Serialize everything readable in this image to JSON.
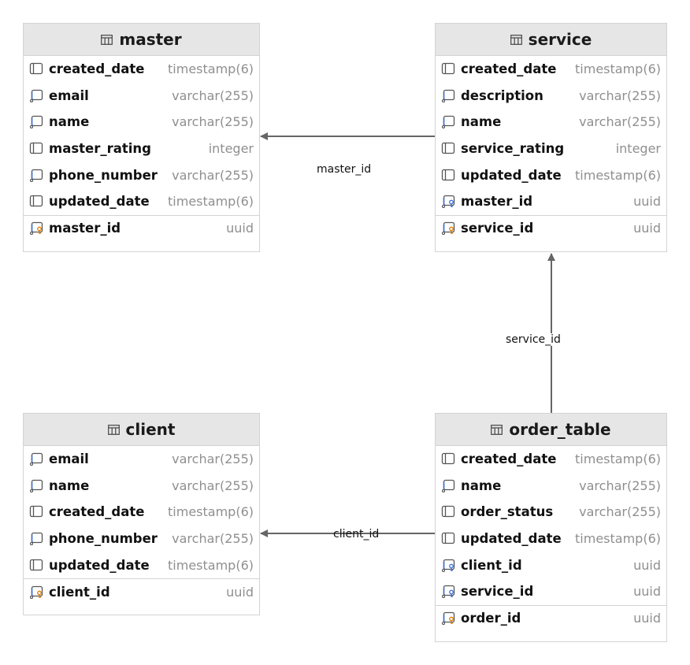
{
  "colors": {
    "header_bg": "#e6e6e6",
    "border": "#d3d3d3",
    "edge": "#666666",
    "type_text": "#8f8f8f",
    "fk_key": "#e07b00",
    "fk_bar": "#3d6fd6"
  },
  "tables": {
    "master": {
      "name": "master",
      "columns": [
        {
          "name": "created_date",
          "type": "timestamp(6)",
          "icon": "column-icon"
        },
        {
          "name": "email",
          "type": "varchar(255)",
          "icon": "nullable-column-icon"
        },
        {
          "name": "name",
          "type": "varchar(255)",
          "icon": "nullable-column-icon"
        },
        {
          "name": "master_rating",
          "type": "integer",
          "icon": "column-icon"
        },
        {
          "name": "phone_number",
          "type": "varchar(255)",
          "icon": "nullable-column-icon"
        },
        {
          "name": "updated_date",
          "type": "timestamp(6)",
          "icon": "column-icon"
        }
      ],
      "key": {
        "name": "master_id",
        "type": "uuid",
        "icon": "primary-key-icon"
      }
    },
    "service": {
      "name": "service",
      "columns": [
        {
          "name": "created_date",
          "type": "timestamp(6)",
          "icon": "column-icon"
        },
        {
          "name": "description",
          "type": "varchar(255)",
          "icon": "nullable-column-icon"
        },
        {
          "name": "name",
          "type": "varchar(255)",
          "icon": "nullable-column-icon"
        },
        {
          "name": "service_rating",
          "type": "integer",
          "icon": "column-icon"
        },
        {
          "name": "updated_date",
          "type": "timestamp(6)",
          "icon": "column-icon"
        },
        {
          "name": "master_id",
          "type": "uuid",
          "icon": "foreign-key-icon"
        }
      ],
      "key": {
        "name": "service_id",
        "type": "uuid",
        "icon": "primary-key-icon"
      }
    },
    "client": {
      "name": "client",
      "columns": [
        {
          "name": "email",
          "type": "varchar(255)",
          "icon": "nullable-column-icon"
        },
        {
          "name": "name",
          "type": "varchar(255)",
          "icon": "nullable-column-icon"
        },
        {
          "name": "created_date",
          "type": "timestamp(6)",
          "icon": "column-icon"
        },
        {
          "name": "phone_number",
          "type": "varchar(255)",
          "icon": "nullable-column-icon"
        },
        {
          "name": "updated_date",
          "type": "timestamp(6)",
          "icon": "column-icon"
        }
      ],
      "key": {
        "name": "client_id",
        "type": "uuid",
        "icon": "primary-key-icon"
      }
    },
    "order_table": {
      "name": "order_table",
      "columns": [
        {
          "name": "created_date",
          "type": "timestamp(6)",
          "icon": "column-icon"
        },
        {
          "name": "name",
          "type": "varchar(255)",
          "icon": "nullable-column-icon"
        },
        {
          "name": "order_status",
          "type": "varchar(255)",
          "icon": "column-icon"
        },
        {
          "name": "updated_date",
          "type": "timestamp(6)",
          "icon": "column-icon"
        },
        {
          "name": "client_id",
          "type": "uuid",
          "icon": "foreign-key-icon"
        },
        {
          "name": "service_id",
          "type": "uuid",
          "icon": "foreign-key-icon"
        }
      ],
      "key": {
        "name": "order_id",
        "type": "uuid",
        "icon": "primary-key-icon"
      }
    }
  },
  "relations": [
    {
      "from": "service",
      "to": "master",
      "label": "master_id"
    },
    {
      "from": "order_table",
      "to": "service",
      "label": "service_id"
    },
    {
      "from": "order_table",
      "to": "client",
      "label": "client_id"
    }
  ]
}
